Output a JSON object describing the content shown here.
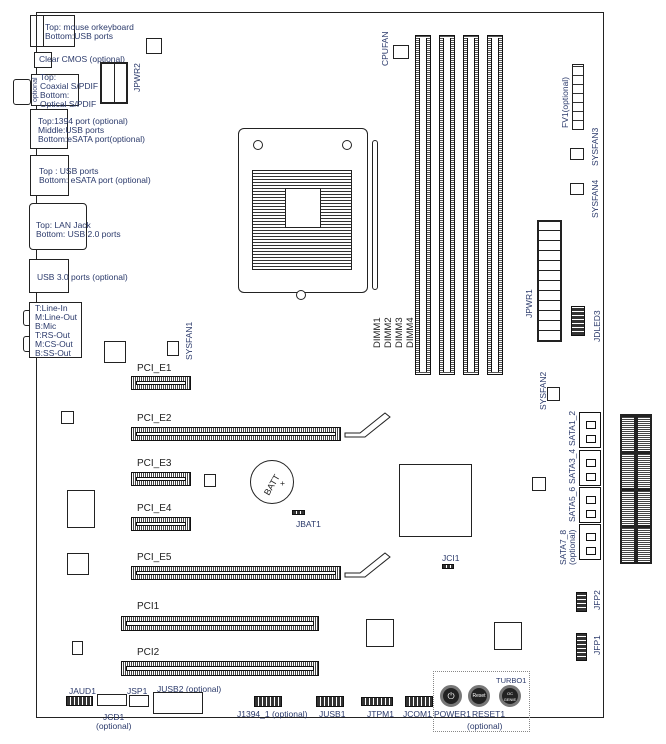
{
  "back_panel": {
    "ps2": [
      "Top: mouse  orkeyboard",
      "Bottom:USB ports"
    ],
    "clear_cmos": "Clear CMOS (optional)",
    "optional_side": "optional",
    "spdif": [
      "Top:",
      "Coaxial S/PDIF",
      "Bottom:",
      "Optical S/PDIF"
    ],
    "p1394": [
      "Top:1394 port (optional)",
      "Middle:USB ports",
      "Bottom:eSATA port(optional)"
    ],
    "usb_esata": [
      "Top : USB ports",
      "Bottom: eSATA port (optional)"
    ],
    "lan": [
      "Top: LAN Jack",
      "Bottom: USB 2.0  ports"
    ],
    "usb3": "USB 3.0  ports (optional)",
    "audio": [
      "T:Line-In",
      "M:Line-Out",
      "B:Mic",
      "T:RS-Out",
      "M:CS-Out",
      "B:SS-Out"
    ]
  },
  "labels": {
    "jpwr2": "JPWR2",
    "cpufan": "CPUFAN",
    "fv1": "FV1(optional)",
    "sysfan3": "SYSFAN3",
    "sysfan4": "SYSFAN4",
    "jpwr1": "JPWR1",
    "jdled3": "JDLED3",
    "dimm": [
      "DIMM1",
      "DIMM2",
      "DIMM3",
      "DIMM4"
    ],
    "sysfan1": "SYSFAN1",
    "sysfan2": "SYSFAN2",
    "pcie": [
      "PCI_E1",
      "PCI_E2",
      "PCI_E3",
      "PCI_E4",
      "PCI_E5"
    ],
    "pci": [
      "PCI1",
      "PCI2"
    ],
    "batt": "BATT",
    "batt_plus": "+",
    "jbat1": "JBAT1",
    "jci1": "JCI1",
    "sata": [
      "SATA1_2",
      "SATA3_4",
      "SATA5_6",
      "SATA7_8",
      "(optional)"
    ],
    "jfp2": "JFP2",
    "jfp1": "JFP1",
    "jaud1": "JAUD1",
    "jcd1": "JCD1",
    "jcd1_opt": "(optional)",
    "jsp1": "JSP1",
    "jusb2": "JUSB2 (optional)",
    "j1394": "J1394_1 (optional)",
    "jusb1": "JUSB1",
    "jtpm1": "JTPM1",
    "jcom1": "JCOM1",
    "turbo1": "TURBO1",
    "power1": "POWER1",
    "reset1": "RESET1",
    "buttons_opt": "(optional)",
    "power_glyph": "⏻",
    "reset_glyph": "Reset",
    "oc_glyph": "OC GENIE"
  }
}
